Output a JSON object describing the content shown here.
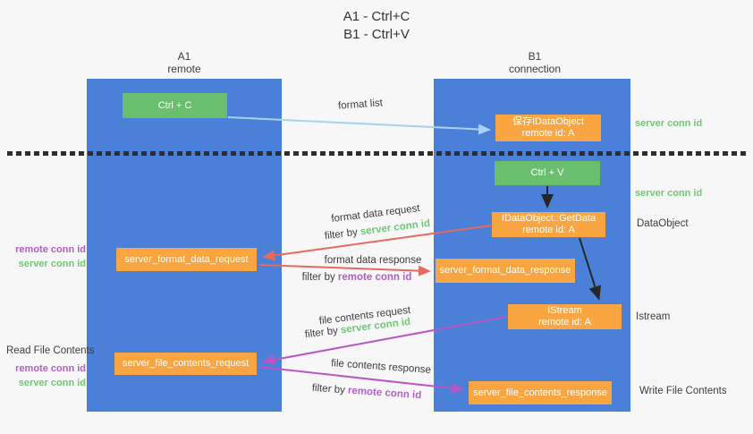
{
  "title": {
    "line1": "A1 - Ctrl+C",
    "line2": "B1 - Ctrl+V"
  },
  "columns": [
    {
      "title": "A1",
      "subtitle": "remote"
    },
    {
      "title": "B1",
      "subtitle": "connection"
    }
  ],
  "nodes": {
    "ctrl_c": {
      "label": "Ctrl + C"
    },
    "ctrl_v": {
      "label": "Ctrl + V"
    },
    "save_idataobject": {
      "line1": "保存IDataObject",
      "line2": "remote id: A"
    },
    "getdata": {
      "line1": "IDataObject::GetData",
      "line2": "remote id: A"
    },
    "istream": {
      "line1": "IStream",
      "line2": "remote id: A"
    },
    "server_format_data_request": {
      "label": "server_format_data_request"
    },
    "server_format_data_response": {
      "label": "server_format_data_response"
    },
    "server_file_contents_request": {
      "label": "server_file_contents_request"
    },
    "server_file_contents_response": {
      "label": "server_file_contents_response"
    }
  },
  "flow": {
    "format_list": "format list",
    "format_data_request": "format data request",
    "format_data_response": "format data response",
    "file_contents_request": "file contents request",
    "file_contents_response": "file contents response",
    "filter_by": "filter by ",
    "server_conn_id": "server conn id",
    "remote_conn_id": "remote conn id"
  },
  "side_labels": {
    "left": {
      "remote_conn_id": "remote conn id",
      "server_conn_id": "server conn id",
      "read_file_contents": "Read File Contents"
    },
    "right": {
      "server_conn_id_top": "server conn id",
      "server_conn_id_mid": "server conn id",
      "dataobject": "DataObject",
      "istream": "Istream",
      "write_file_contents": "Write File Contents"
    }
  },
  "colors": {
    "lane_blue": "#4a80d8",
    "box_orange": "#f9a642",
    "box_green": "#6abf6e",
    "text_green": "#6ec873",
    "text_purple": "#b05fc6",
    "arrow_red": "#e8695f",
    "arrow_magenta": "#bb55c4",
    "arrow_lightblue": "#a9d2ee",
    "arrow_black": "#262626",
    "background": "#f7f7f7"
  }
}
